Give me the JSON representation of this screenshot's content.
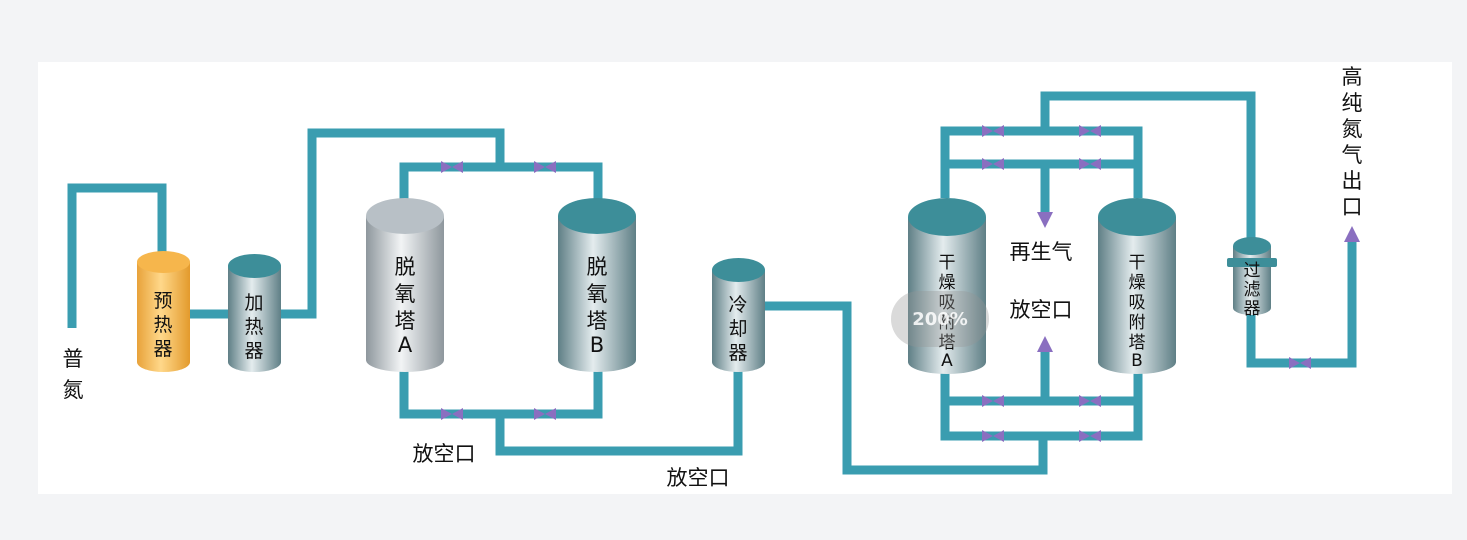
{
  "labels": {
    "ordinary_nitrogen": [
      "普",
      "氮"
    ],
    "preheater": [
      "预",
      "热",
      "器"
    ],
    "heater": [
      "加",
      "热",
      "器"
    ],
    "deoxy_a": [
      "脱",
      "氧",
      "塔",
      "A"
    ],
    "deoxy_b": [
      "脱",
      "氧",
      "塔",
      "B"
    ],
    "cooler": [
      "冷",
      "却",
      "器"
    ],
    "dryer_a": [
      "干",
      "燥",
      "吸",
      "附",
      "塔",
      "A"
    ],
    "dryer_b": [
      "干",
      "燥",
      "吸",
      "附",
      "塔",
      "B"
    ],
    "filter": [
      "过",
      "滤",
      "器"
    ],
    "high_purity_outlet": [
      "高",
      "纯",
      "氮",
      "气",
      "出",
      "口"
    ],
    "regen_gas": "再生气",
    "vent_dryers": "放空口",
    "vent_deoxy": "放空口",
    "vent_cooler": "放空口"
  },
  "zoom_indicator": "200%",
  "colors": {
    "pipe": "#3a9db0",
    "valve": "#8a6fc0",
    "preheater": "#f2b24a",
    "vessel_teal": "#3d8e99",
    "vessel_silver": "#b8c0c6"
  }
}
